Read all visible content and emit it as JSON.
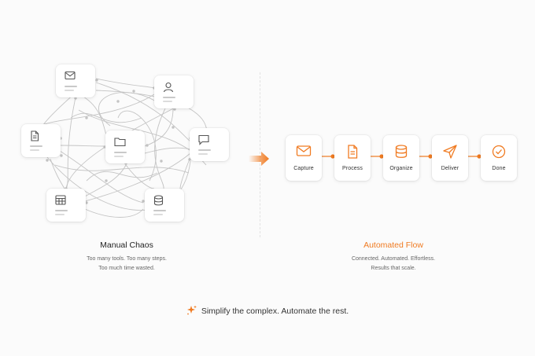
{
  "chaos": {
    "title": "Manual Chaos",
    "subtitle_line1": "Too many tools. Too many steps.",
    "subtitle_line2": "Too much time wasted.",
    "cards": [
      "mail",
      "user",
      "document",
      "folder",
      "chat",
      "table",
      "database"
    ]
  },
  "flow": {
    "title": "Automated Flow",
    "subtitle_line1": "Connected. Automated. Effortless.",
    "subtitle_line2": "Results that scale.",
    "steps": [
      {
        "label": "Capture",
        "icon": "mail-icon"
      },
      {
        "label": "Process",
        "icon": "document-icon"
      },
      {
        "label": "Organize",
        "icon": "database-icon"
      },
      {
        "label": "Deliver",
        "icon": "send-icon"
      },
      {
        "label": "Done",
        "icon": "check-circle-icon"
      }
    ]
  },
  "footer": {
    "tagline": "Simplify the complex. Automate the rest."
  },
  "colors": {
    "accent": "#f07b22",
    "title_dark": "#222222",
    "icon_gray": "#555555",
    "line_gray": "#bdbdbd"
  }
}
